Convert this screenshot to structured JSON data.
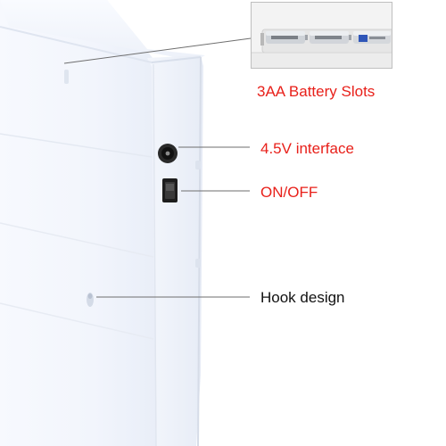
{
  "callouts": [
    {
      "id": "battery",
      "label": "3AA Battery Slots"
    },
    {
      "id": "interface",
      "label": "4.5V interface"
    },
    {
      "id": "switch",
      "label": "ON/OFF"
    },
    {
      "id": "hook",
      "label": "Hook design"
    }
  ],
  "colors": {
    "battery_label": "#e8201a",
    "interface_label": "#e8201a",
    "switch_label": "#e8201a",
    "hook_label": "#111111",
    "leader_line": "#6e6e6e",
    "device_body": "#f2f6fd",
    "device_side": "#e6ecf7"
  },
  "icons": {
    "battery_inset": "battery-compartment-photo",
    "dc_jack": "dc-power-jack-icon",
    "power_switch": "rocker-switch-icon",
    "hook_slot": "hook-slot-icon"
  }
}
